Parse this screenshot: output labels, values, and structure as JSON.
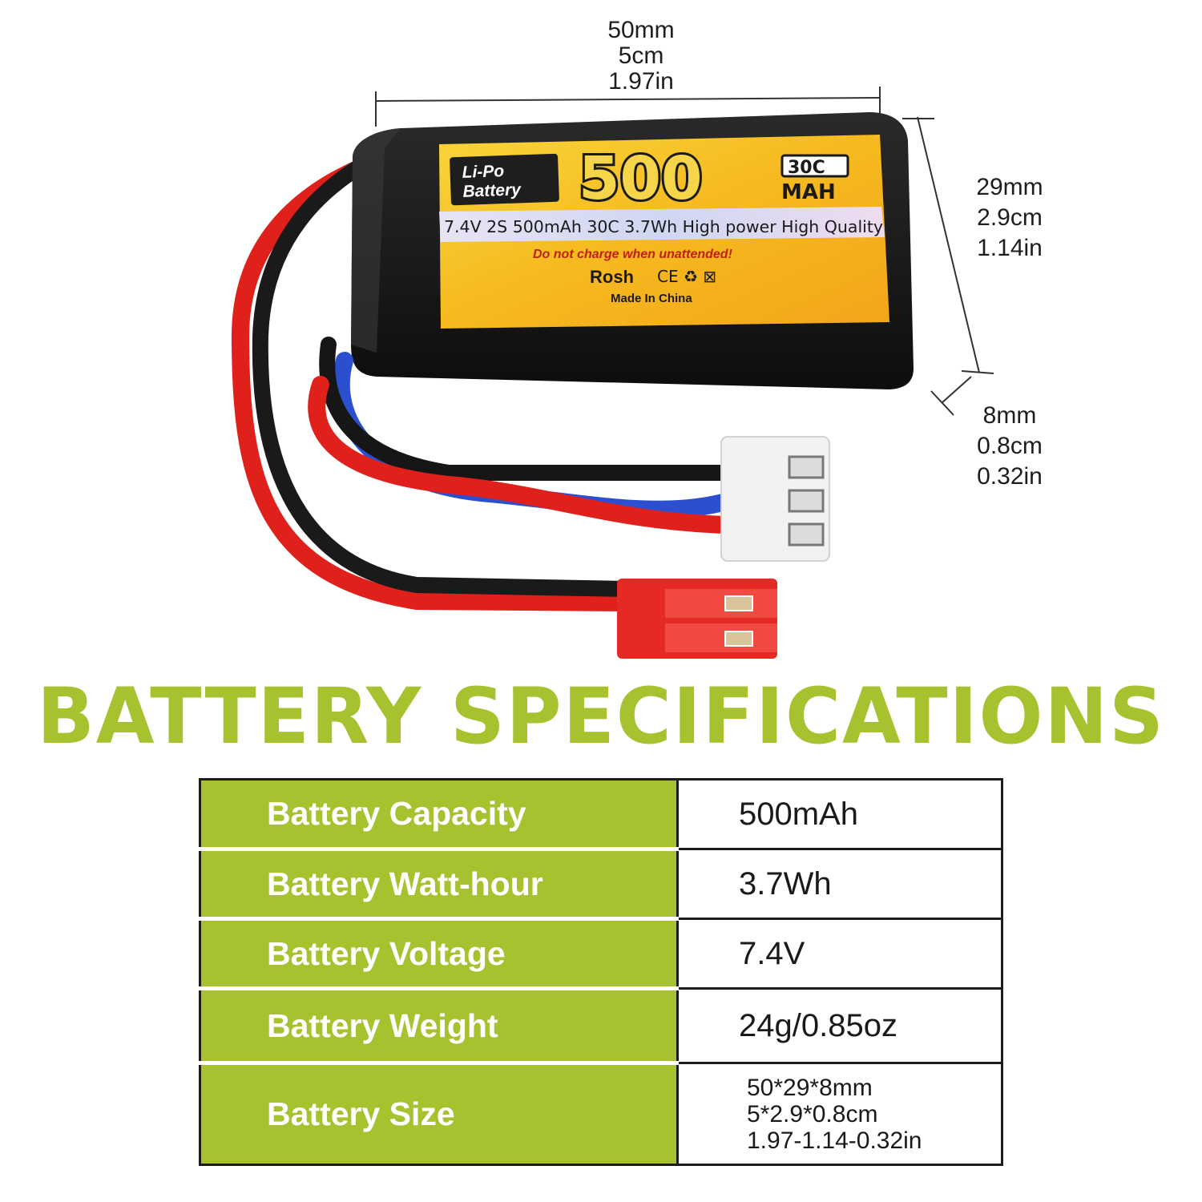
{
  "dimensions": {
    "width": [
      "50mm",
      "5cm",
      "1.97in"
    ],
    "height": [
      "29mm",
      "2.9cm",
      "1.14in"
    ],
    "thickness": [
      "8mm",
      "0.8cm",
      "0.32in"
    ]
  },
  "label": {
    "type_line1": "Li-Po",
    "type_line2": "Battery",
    "capacity_big": "500",
    "c_rating": "30C",
    "unit": "MAH",
    "spec_line": "7.4V 2S 500mAh 30C 3.7Wh High power High Quality",
    "warning": "Do not charge when unattended!",
    "brand": "Rosh",
    "cert_marks": "CE ♻ ⊠",
    "origin": "Made In China"
  },
  "title": "BATTERY SPECIFICATIONS",
  "specs": [
    {
      "label": "Battery Capacity",
      "value": "500mAh"
    },
    {
      "label": "Battery Watt-hour",
      "value": "3.7Wh"
    },
    {
      "label": "Battery Voltage",
      "value": "7.4V"
    },
    {
      "label": "Battery Weight",
      "value": "24g/0.85oz"
    },
    {
      "label": "Battery Size",
      "value_lines": [
        "50*29*8mm",
        "5*2.9*0.8cm",
        "1.97-1.14-0.32in"
      ]
    }
  ],
  "colors": {
    "accent_green": "#a6c22e",
    "wire_red": "#e0201b",
    "wire_blue": "#2c4fd0",
    "label_yellow": "#f6c72b"
  }
}
